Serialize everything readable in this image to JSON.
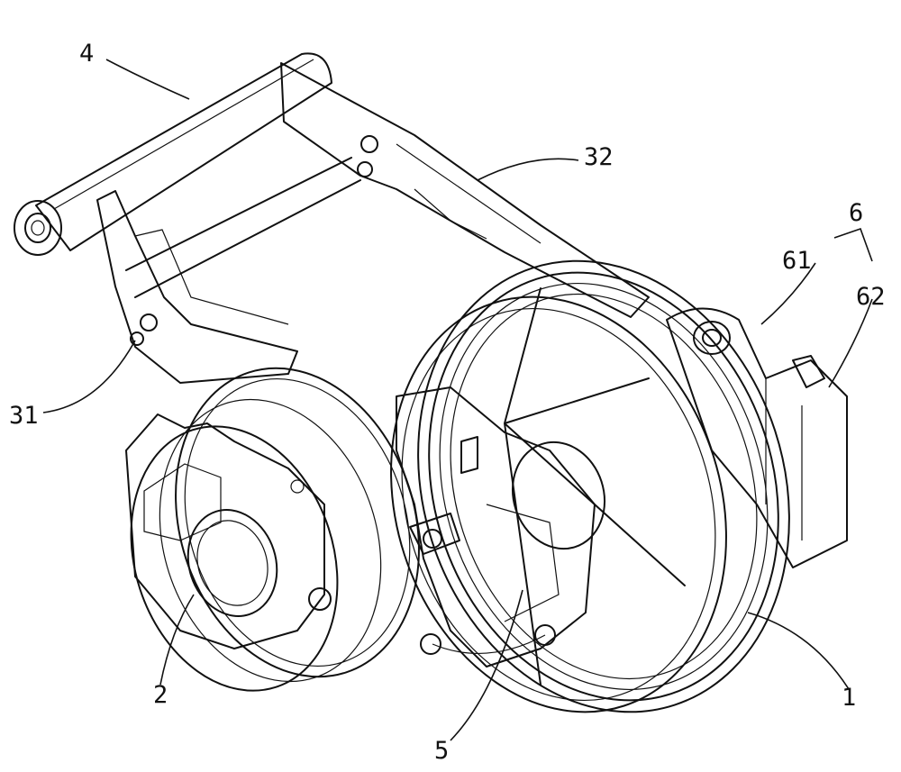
{
  "figure": {
    "labels": [
      {
        "id": "part-4",
        "text": "4"
      },
      {
        "id": "part-32",
        "text": "32"
      },
      {
        "id": "part-6",
        "text": "6"
      },
      {
        "id": "part-61",
        "text": "61"
      },
      {
        "id": "part-62",
        "text": "62"
      },
      {
        "id": "part-31",
        "text": "31"
      },
      {
        "id": "part-2",
        "text": "2"
      },
      {
        "id": "part-5",
        "text": "5"
      },
      {
        "id": "part-1",
        "text": "1"
      }
    ]
  }
}
